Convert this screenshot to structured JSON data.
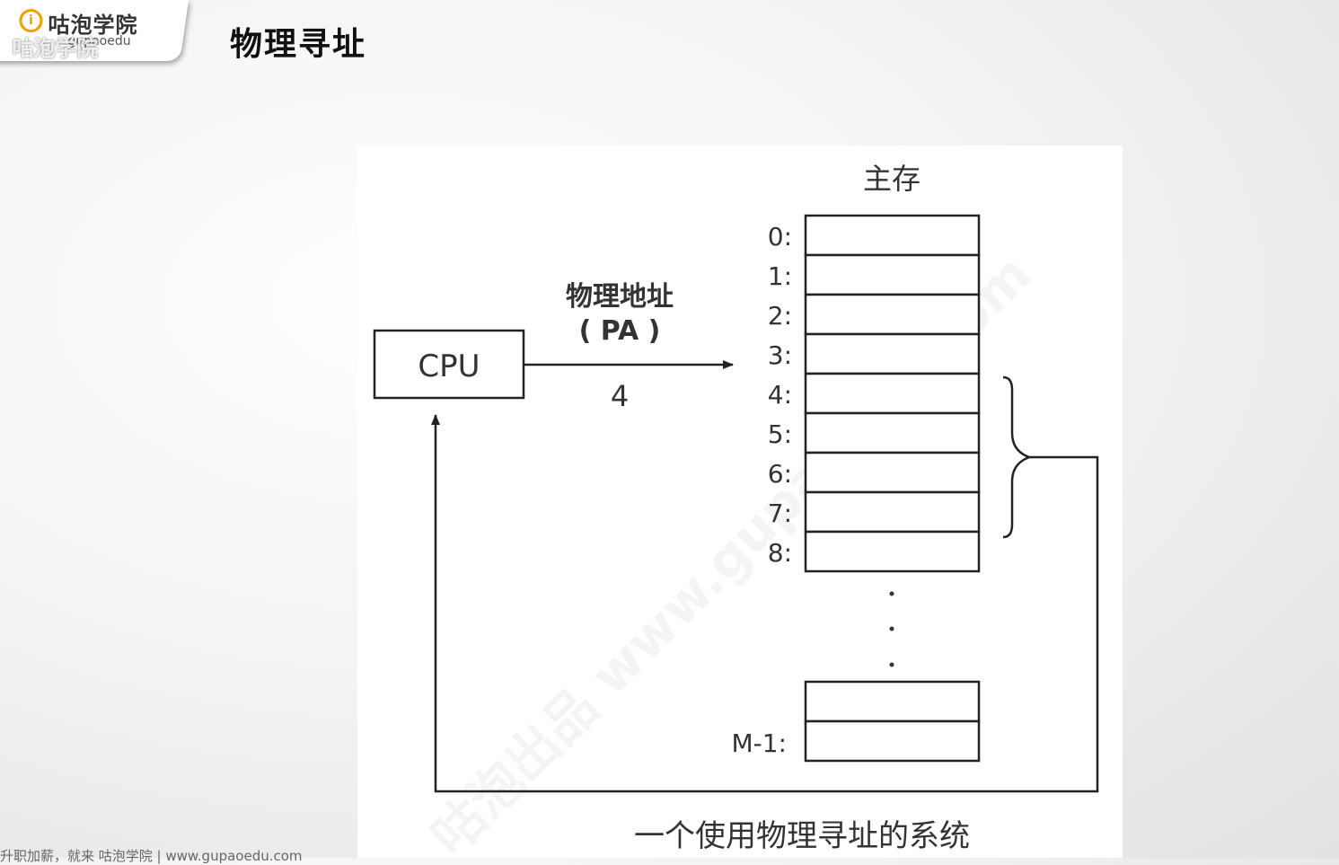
{
  "logo": {
    "name": "咕泡学院",
    "sub": "gupaoedu",
    "watermark": "咕泡学院"
  },
  "title": "物理寻址",
  "diagram": {
    "memory_title": "主存",
    "cpu_label": "CPU",
    "address_label": "物理地址",
    "address_abbr": "( PA )",
    "address_value": "4",
    "row_labels": [
      "0:",
      "1:",
      "2:",
      "3:",
      "4:",
      "5:",
      "6:",
      "7:",
      "8:"
    ],
    "last_label": "M-1:",
    "caption": "一个使用物理寻址的系统",
    "watermark": "咕泡出品 www.gupaoedu.com"
  },
  "footer": {
    "text": "升职加薪，就来 咕泡学院 | www.gupaoedu.com"
  }
}
